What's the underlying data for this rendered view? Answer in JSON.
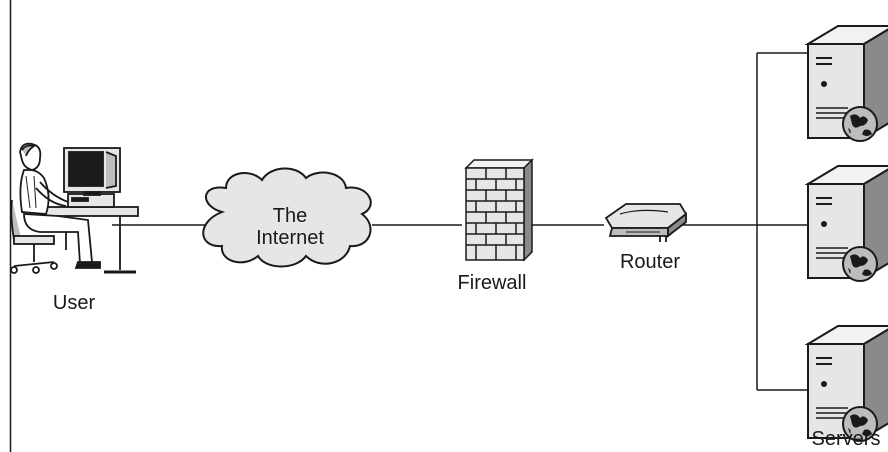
{
  "labels": {
    "user": "User",
    "internet_line1": "The",
    "internet_line2": "Internet",
    "firewall": "Firewall",
    "router": "Router",
    "servers": "Servers"
  },
  "icons": {
    "user": "user-at-workstation-icon",
    "internet": "cloud-icon",
    "firewall": "brick-wall-icon",
    "router": "router-icon",
    "server": "server-tower-icon"
  },
  "colors": {
    "stroke": "#1a1a1a",
    "fill_light": "#e6e6e6",
    "fill_mid": "#bdbdbd",
    "fill_dark": "#8a8a8a",
    "background": "#ffffff"
  }
}
